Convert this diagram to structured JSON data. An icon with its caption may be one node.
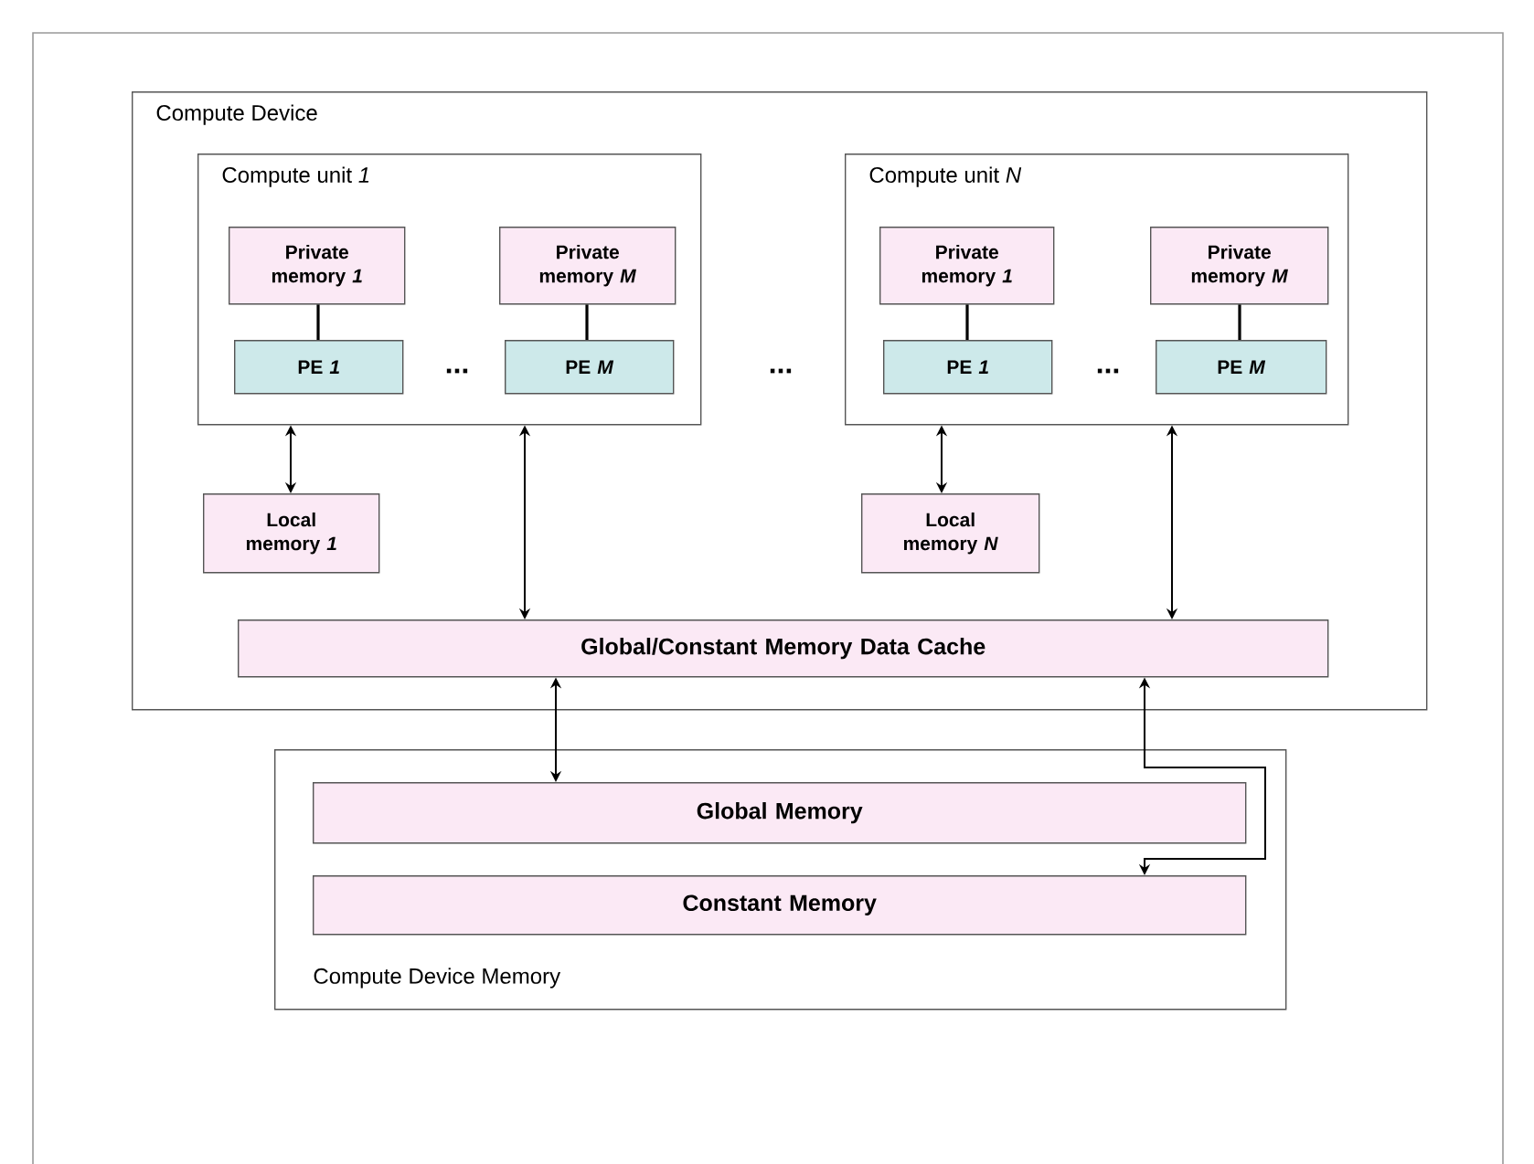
{
  "diagram": {
    "nodes": [
      {
        "text": [
          "Compute Device"
        ]
      },
      {
        "text": [
          "Compute unit *1*"
        ],
        "in": 0
      },
      {
        "text": [
          "Private memory *1*"
        ],
        "in": 1
      },
      {
        "text": [
          "PE *1*"
        ],
        "in": 1
      },
      {
        "text": [
          "Private memory *M*"
        ],
        "in": 1
      },
      {
        "text": [
          "PE *M*"
        ],
        "in": 1
      },
      {
        "text": [
          "Compute unit *N*"
        ],
        "in": 0
      },
      {
        "text": [
          "Private memory *1*"
        ],
        "in": 6
      },
      {
        "text": [
          "PE *1*"
        ],
        "in": 6
      },
      {
        "text": [
          "Private memory *M*"
        ],
        "in": 6
      },
      {
        "text": [
          "PE *M*"
        ],
        "in": 6
      },
      {
        "text": [
          "Local memory *1*"
        ],
        "in": 0
      },
      {
        "text": [
          "Local memory *N*"
        ],
        "in": 0
      },
      {
        "text": [
          "Global/Constant Memory Data Cache"
        ],
        "in": 0
      },
      {
        "text": [
          "Compute Device Memory"
        ]
      },
      {
        "text": [
          "Global Memory"
        ],
        "in": 14
      },
      {
        "text": [
          "Constant Memory"
        ],
        "in": 14
      }
    ],
    "edges": [
      {
        "from": 2,
        "to": 3,
        "arrow": "none"
      },
      {
        "from": 4,
        "to": 5,
        "arrow": "none"
      },
      {
        "from": 7,
        "to": 8,
        "arrow": "none"
      },
      {
        "from": 9,
        "to": 10,
        "arrow": "none"
      },
      {
        "from": 1,
        "to": 11,
        "arrow": "both"
      },
      {
        "from": 1,
        "to": 13,
        "arrow": "both"
      },
      {
        "from": 6,
        "to": 12,
        "arrow": "both"
      },
      {
        "from": 6,
        "to": 13,
        "arrow": "both"
      },
      {
        "from": 13,
        "to": 15,
        "arrow": "both"
      },
      {
        "from": 13,
        "to": 16,
        "arrow": "both"
      }
    ],
    "labels": [
      "...",
      "...",
      "..."
    ]
  }
}
